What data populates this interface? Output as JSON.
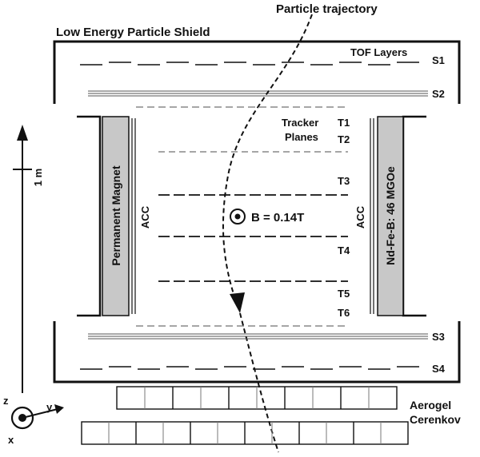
{
  "labels": {
    "trajectory": "Particle trajectory",
    "shield": "Low Energy Particle Shield",
    "tof": "TOF Layers",
    "s1": "S1",
    "s2": "S2",
    "s3": "S3",
    "s4": "S4",
    "tracker_line1": "Tracker",
    "tracker_line2": "Planes",
    "t1": "T1",
    "t2": "T2",
    "t3": "T3",
    "t4": "T4",
    "t5": "T5",
    "t6": "T6",
    "magnet_left": "Permanent Magnet",
    "magnet_right": "Nd-Fe-B: 46 MGOe",
    "acc_left": "ACC",
    "acc_right": "ACC",
    "field": "B = 0.14T",
    "scale": "1 m",
    "aerogel_line1": "Aerogel",
    "aerogel_line2": "Cerenkov",
    "axis_x": "x",
    "axis_y": "y",
    "axis_z": "z"
  },
  "colors": {
    "line": "#111111",
    "magnet_fill": "#c8c8c8",
    "light_dash": "#8a8a8a"
  }
}
